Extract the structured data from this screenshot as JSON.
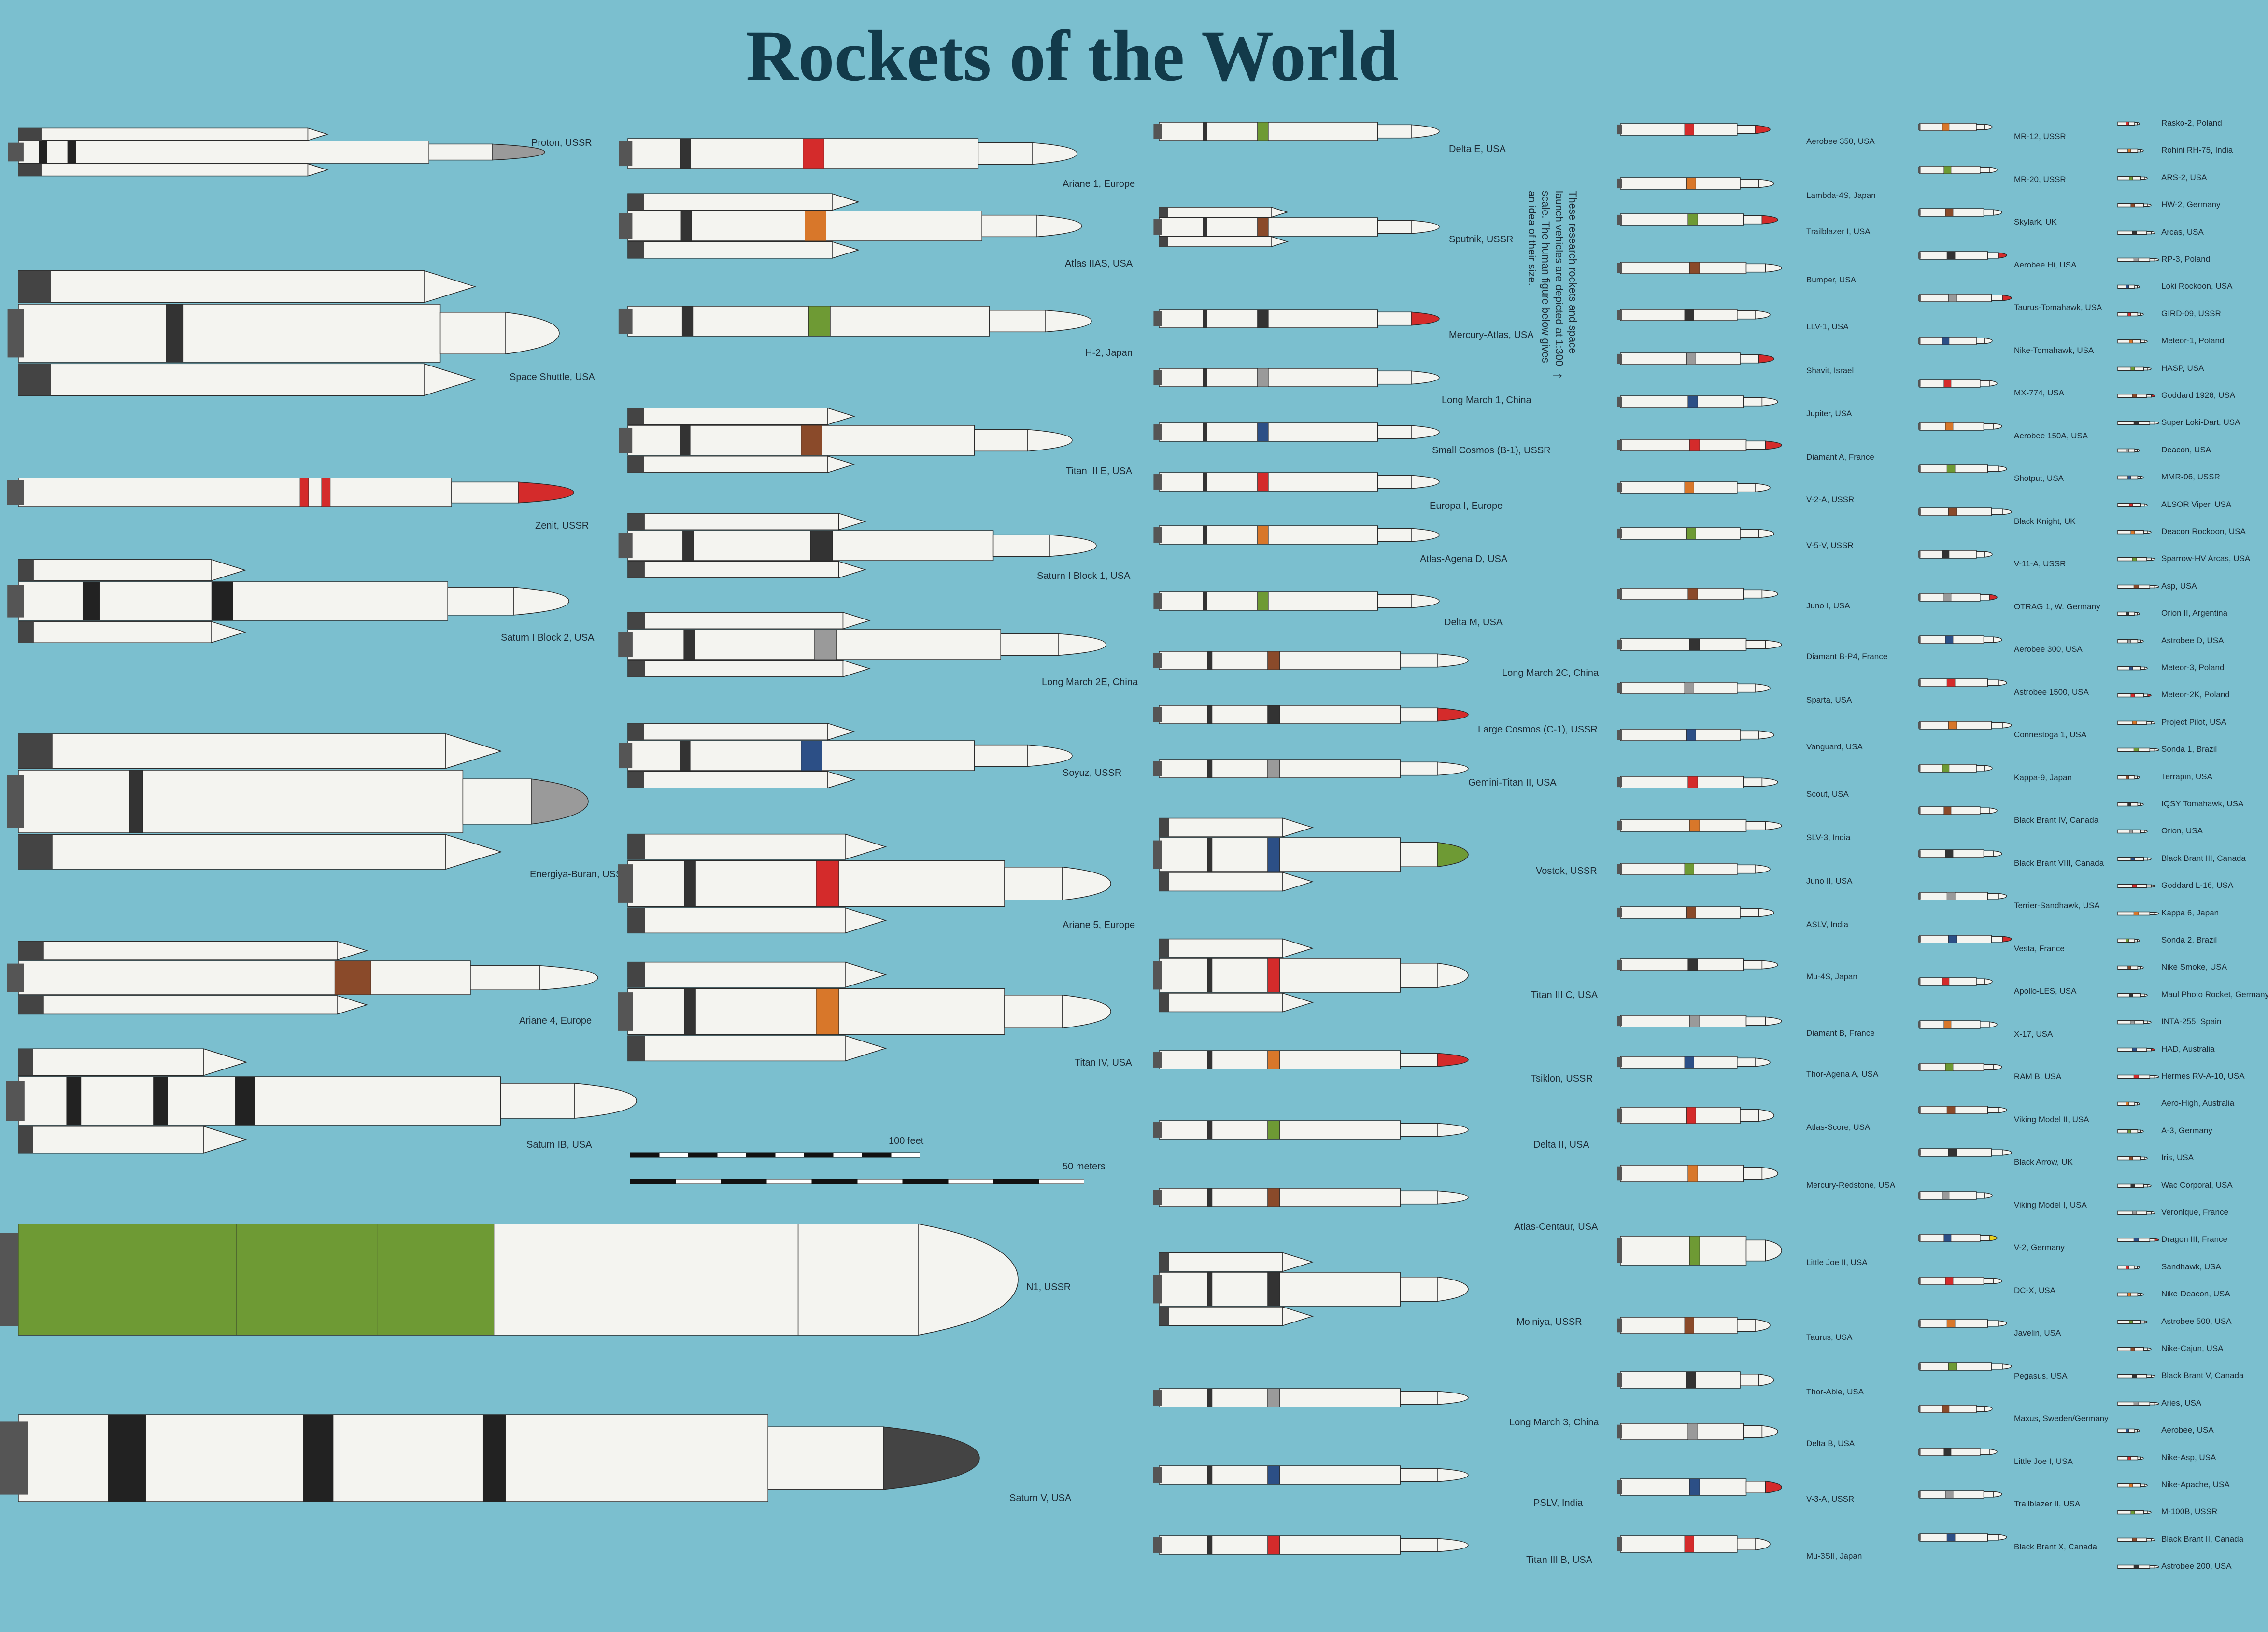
{
  "title": "Rockets of the World",
  "note": "These research rockets and space launch vehicles are depicted at 1:300 scale. The human figure below gives an idea of their size.",
  "scales": {
    "feet": "100 feet",
    "meters": "50 meters"
  },
  "colors": {
    "background": "#7bbfcf",
    "body": "#f4f4f0",
    "outline": "#2a2a2a",
    "green": "#6e9a34",
    "red": "#d42b2b",
    "orange": "#d8772a",
    "grey": "#9a9a9a",
    "brown": "#8a4a2a"
  },
  "col1": [
    "Proton, USSR",
    "Space Shuttle, USA",
    "Zenit, USSR",
    "Saturn I Block 2, USA",
    "Energiya-Buran, USSR",
    "Ariane 4, Europe",
    "Saturn IB, USA",
    "N1, USSR",
    "Saturn V, USA"
  ],
  "col2": [
    "Ariane 1, Europe",
    "Atlas IIAS, USA",
    "H-2, Japan",
    "Titan III E, USA",
    "Saturn I Block 1, USA",
    "Long March 2E, China",
    "Soyuz, USSR",
    "Ariane 5, Europe",
    "Titan IV, USA"
  ],
  "col3": [
    "Delta E, USA",
    "Sputnik, USSR",
    "Mercury-Atlas, USA",
    "Long March 1, China",
    "Small Cosmos (B-1), USSR",
    "Europa I, Europe",
    "Atlas-Agena D, USA",
    "Delta M, USA",
    "Long March 2C, China",
    "Large Cosmos (C-1), USSR",
    "Gemini-Titan II, USA",
    "Vostok, USSR",
    "Titan III C, USA",
    "Tsiklon, USSR",
    "Delta II, USA",
    "Atlas-Centaur, USA",
    "Molniya, USSR",
    "Long March 3, China",
    "PSLV, India",
    "Titan III B, USA"
  ],
  "col4": [
    "Aerobee 350, USA",
    "Lambda-4S, Japan",
    "Trailblazer I, USA",
    "Bumper, USA",
    "LLV-1, USA",
    "Shavit, Israel",
    "Jupiter, USA",
    "Diamant A, France",
    "V-2-A, USSR",
    "V-5-V, USSR",
    "Juno I, USA",
    "Diamant B-P4, France",
    "Sparta, USA",
    "Vanguard, USA",
    "Scout, USA",
    "SLV-3, India",
    "Juno II, USA",
    "ASLV, India",
    "Mu-4S, Japan",
    "Diamant B, France",
    "Thor-Agena A, USA",
    "Atlas-Score, USA",
    "Mercury-Redstone, USA",
    "Little Joe II, USA",
    "Taurus, USA",
    "Thor-Able, USA",
    "Delta B, USA",
    "V-3-A, USSR",
    "Mu-3SII, Japan"
  ],
  "col5": [
    "MR-12, USSR",
    "MR-20, USSR",
    "Skylark, UK",
    "Aerobee Hi, USA",
    "Taurus-Tomahawk, USA",
    "Nike-Tomahawk, USA",
    "MX-774, USA",
    "Aerobee 150A, USA",
    "Shotput, USA",
    "Black Knight, UK",
    "V-11-A, USSR",
    "OTRAG 1, W. Germany",
    "Aerobee 300, USA",
    "Astrobee 1500, USA",
    "Connestoga 1, USA",
    "Kappa-9, Japan",
    "Black Brant IV, Canada",
    "Black Brant VIII, Canada",
    "Terrier-Sandhawk, USA",
    "Vesta, France",
    "Apollo-LES, USA",
    "X-17, USA",
    "RAM B, USA",
    "Viking Model II, USA",
    "Black Arrow, UK",
    "Viking Model I, USA",
    "V-2, Germany",
    "DC-X, USA",
    "Javelin, USA",
    "Pegasus, USA",
    "Maxus, Sweden/Germany",
    "Little Joe I, USA",
    "Trailblazer II, USA",
    "Black Brant X, Canada"
  ],
  "col6": [
    "Rasko-2, Poland",
    "Rohini RH-75, India",
    "ARS-2, USA",
    "HW-2, Germany",
    "Arcas, USA",
    "RP-3, Poland",
    "Loki Rockoon, USA",
    "GIRD-09, USSR",
    "Meteor-1, Poland",
    "HASP, USA",
    "Goddard 1926, USA",
    "Super Loki-Dart, USA",
    "Deacon, USA",
    "MMR-06, USSR",
    "ALSOR Viper, USA",
    "Deacon Rockoon, USA",
    "Sparrow-HV Arcas, USA",
    "Asp, USA",
    "Orion II, Argentina",
    "Astrobee D, USA",
    "Meteor-3, Poland",
    "Meteor-2K, Poland",
    "Project Pilot, USA",
    "Sonda 1, Brazil",
    "Terrapin, USA",
    "IQSY Tomahawk, USA",
    "Orion, USA",
    "Black Brant III, Canada",
    "Goddard L-16, USA",
    "Kappa 6, Japan",
    "Sonda 2, Brazil",
    "Nike Smoke, USA",
    "Maul Photo Rocket, Germany",
    "INTA-255, Spain",
    "HAD, Australia",
    "Hermes RV-A-10, USA",
    "Aero-High, Australia",
    "A-3, Germany",
    "Iris, USA",
    "Wac Corporal, USA",
    "Veronique, France",
    "Dragon III, France",
    "Sandhawk, USA",
    "Nike-Deacon, USA",
    "Astrobee 500, USA",
    "Nike-Cajun, USA",
    "Black Brant V, Canada",
    "Aries, USA",
    "Aerobee, USA",
    "Nike-Asp, USA",
    "Nike-Apache, USA",
    "M-100B, USSR",
    "Black Brant II, Canada",
    "Astrobee 200, USA"
  ]
}
